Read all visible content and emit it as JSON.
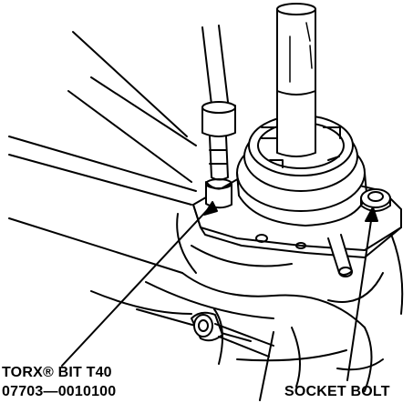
{
  "callouts": {
    "torx_bit": {
      "name": "TORX® BIT T40",
      "part_number": "07703—0010100"
    },
    "socket_bolt": {
      "name": "SOCKET BOLT"
    }
  },
  "colors": {
    "ink": "#000000",
    "paper": "#ffffff"
  }
}
